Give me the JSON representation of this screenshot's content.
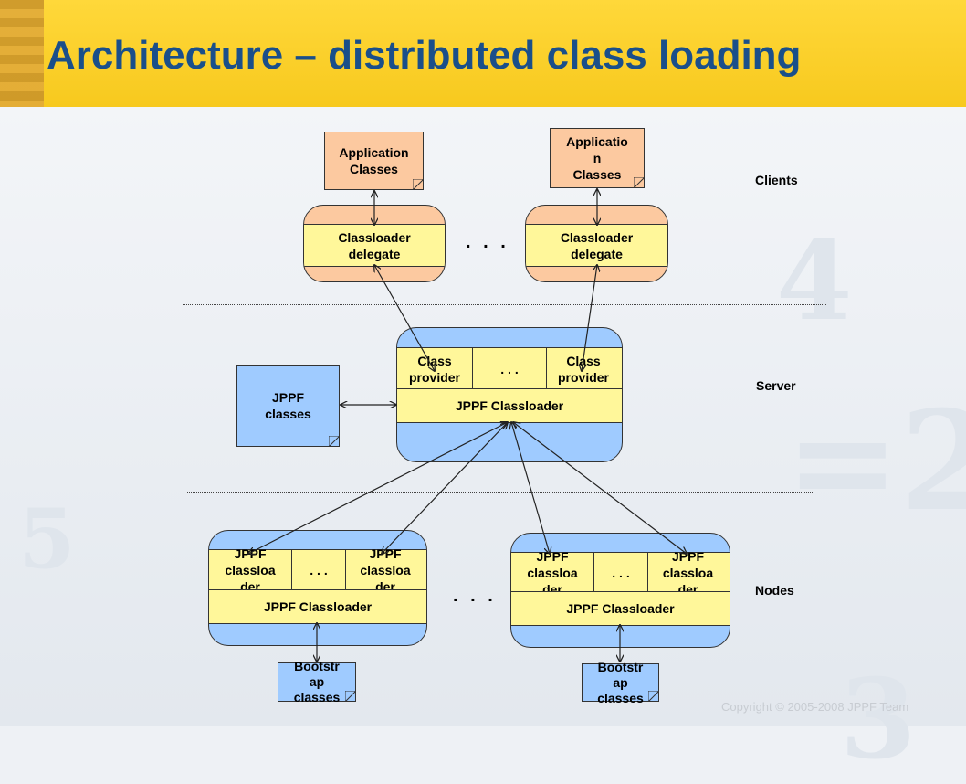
{
  "title": "Architecture – distributed class loading",
  "sections": {
    "clients": "Clients",
    "server": "Server",
    "nodes": "Nodes"
  },
  "client_left": {
    "app_classes": "Application\nClasses",
    "delegate": "Classloader\ndelegate"
  },
  "client_right": {
    "app_classes": "Applicatio\nn\nClasses",
    "delegate": "Classloader\ndelegate"
  },
  "client_ellipsis": ". . .",
  "server": {
    "provider_left": "Class\nprovider",
    "provider_mid": ". . .",
    "provider_right": "Class\nprovider",
    "classloader": "JPPF Classloader",
    "jppf_classes": "JPPF\nclasses"
  },
  "node_left": {
    "cl_left": "JPPF\nclassloa\nder",
    "cl_mid": ". . .",
    "cl_right": "JPPF\nclassloa\nder",
    "classloader": "JPPF Classloader",
    "bootstrap": "Bootstr\nap\nclasses"
  },
  "node_right": {
    "cl_left": "JPPF\nclassloa\nder",
    "cl_mid": ". . .",
    "cl_right": "JPPF\nclassloa\nder",
    "classloader": "JPPF Classloader",
    "bootstrap": "Bootstr\nap\nclasses"
  },
  "node_ellipsis": ". . .",
  "copyright": "Copyright © 2005-2008 JPPF Team",
  "colors": {
    "title": "#1a4f8a",
    "header": "#f7c91e",
    "peach": "#fcc9a0",
    "blue": "#9fcbff",
    "band": "#fff79a"
  }
}
